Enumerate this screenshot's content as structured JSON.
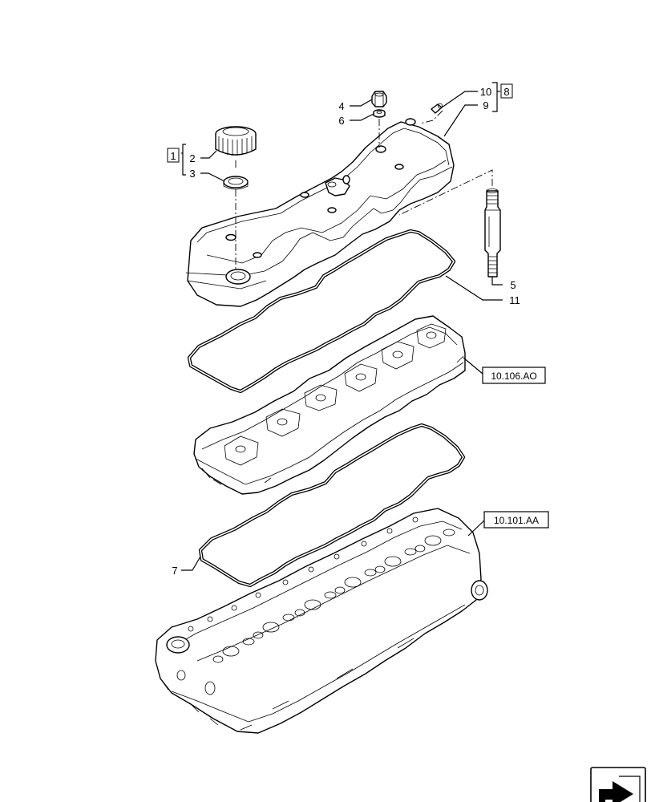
{
  "callouts": {
    "c1": "1",
    "c2": "2",
    "c3": "3",
    "c4": "4",
    "c5": "5",
    "c6": "6",
    "c7": "7",
    "c8": "8",
    "c9": "9",
    "c10": "10",
    "c11": "11"
  },
  "references": {
    "valve_cover_carrier": "10.106.AO",
    "cylinder_head": "10.101.AA"
  },
  "icons": {
    "nav": "next-page-arrow-icon"
  }
}
